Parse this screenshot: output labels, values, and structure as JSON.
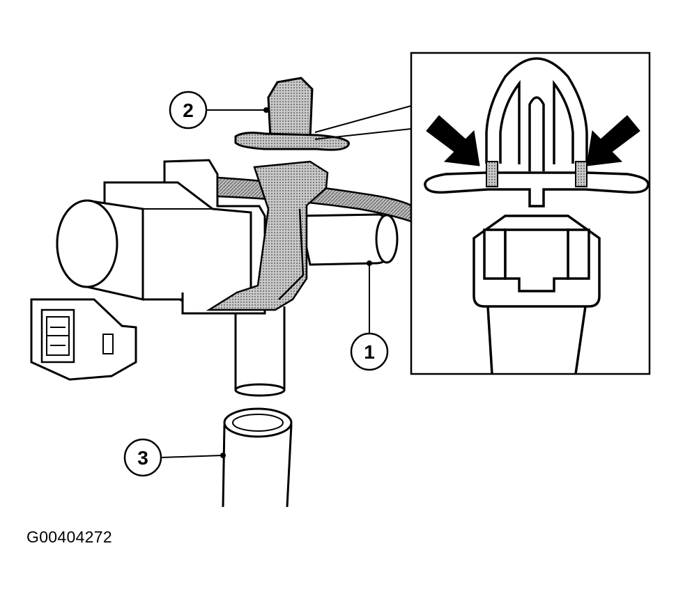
{
  "callouts": [
    {
      "label": "1"
    },
    {
      "label": "2"
    },
    {
      "label": "3"
    }
  ],
  "figure_id": "G00404272",
  "colors": {
    "line": "#000000",
    "shade": "#9a9a9a",
    "background": "#ffffff"
  }
}
